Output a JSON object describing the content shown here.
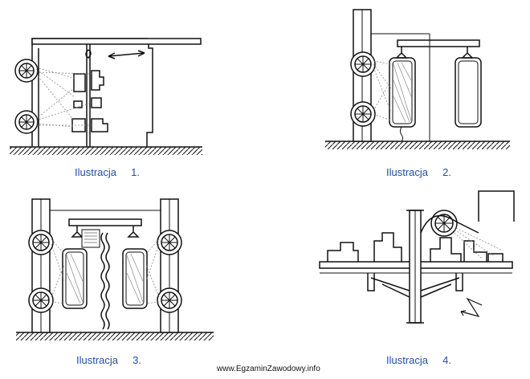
{
  "captions": {
    "fig1": "Ilustracja     1.",
    "fig2": "Ilustracja     2.",
    "fig3": "Ilustracja     3.",
    "fig4": "Ilustracja     4."
  },
  "watermark": "www.EgzaminZawodowy.info",
  "colors": {
    "caption": "#1f4fa8",
    "line": "#111111",
    "spray": "#888888"
  }
}
